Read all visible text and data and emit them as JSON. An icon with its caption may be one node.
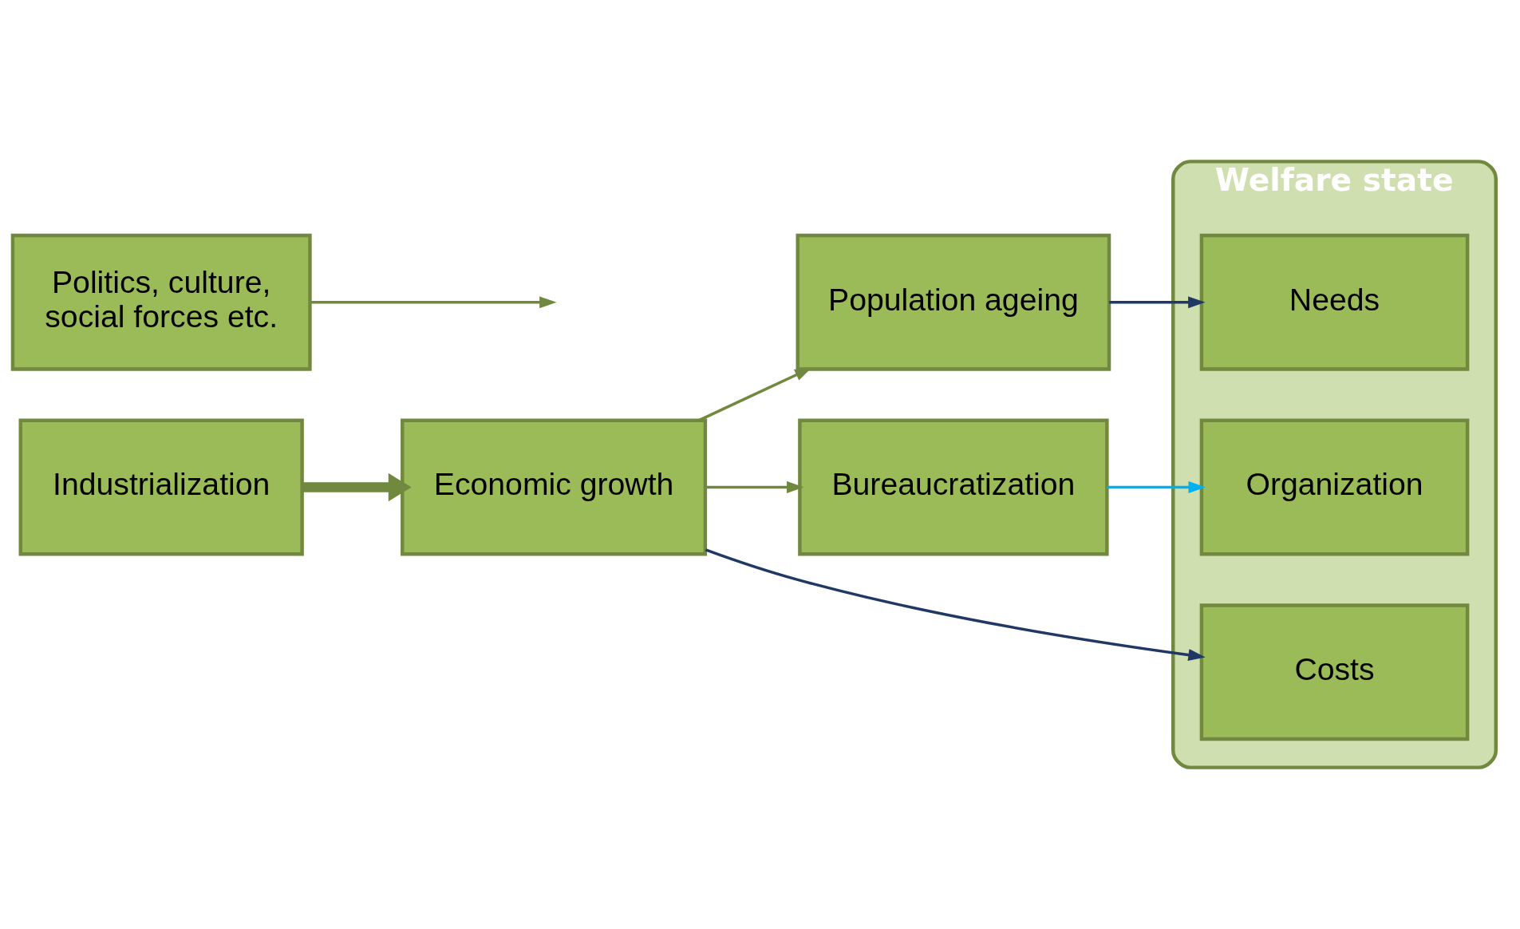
{
  "diagram": {
    "nodes": [
      {
        "text": [
          "Industrialization"
        ]
      },
      {
        "text": [
          "Economic growth"
        ]
      },
      {
        "text": [
          "Population ageing"
        ]
      },
      {
        "text": [
          "Bureaucratization"
        ]
      },
      {
        "text": [
          "Welfare state"
        ]
      },
      {
        "text": [
          "Needs"
        ],
        "in": 4
      },
      {
        "text": [
          "Costs"
        ],
        "in": 4
      },
      {
        "text": [
          "Organization"
        ],
        "in": 4
      },
      {
        "text": [
          "Politics, culture, social forces etc."
        ]
      }
    ],
    "edges": [
      {
        "from": 0,
        "to": 1,
        "arrow": "to",
        "style": "thick"
      },
      {
        "from": 1,
        "to": 2,
        "arrow": "to"
      },
      {
        "from": 1,
        "to": 6,
        "arrow": "to",
        "color": "#1f3864"
      },
      {
        "from": 1,
        "to": 3,
        "arrow": "to"
      },
      {
        "from": 2,
        "to": 5,
        "arrow": "to",
        "color": "#1f3864"
      },
      {
        "from": 3,
        "to": 7,
        "arrow": "to",
        "color": "#00b0f0"
      },
      {
        "from": 8,
        "to": null,
        "arrow": "to"
      }
    ]
  }
}
